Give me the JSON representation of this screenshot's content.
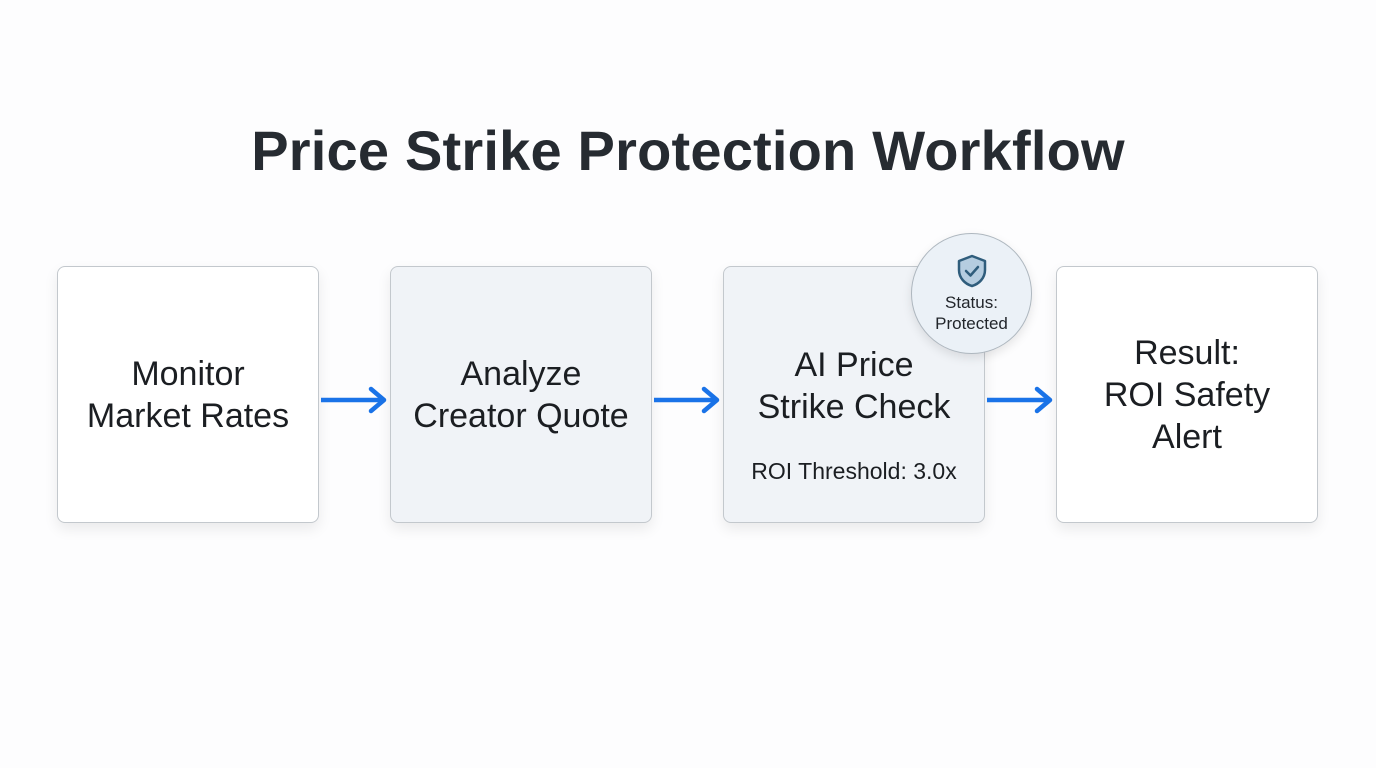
{
  "title": "Price Strike Protection Workflow",
  "steps": [
    {
      "label": "Monitor\nMarket Rates"
    },
    {
      "label": "Analyze\nCreator Quote"
    },
    {
      "label": "AI Price\nStrike Check",
      "sub": "ROI Threshold: 3.0x"
    },
    {
      "label": "Result:\nROI Safety\nAlert"
    }
  ],
  "badge": {
    "icon": "shield-check-icon",
    "text": "Status:\nProtected"
  },
  "colors": {
    "arrow": "#1a73e8",
    "shield": "#2f5d7c"
  }
}
